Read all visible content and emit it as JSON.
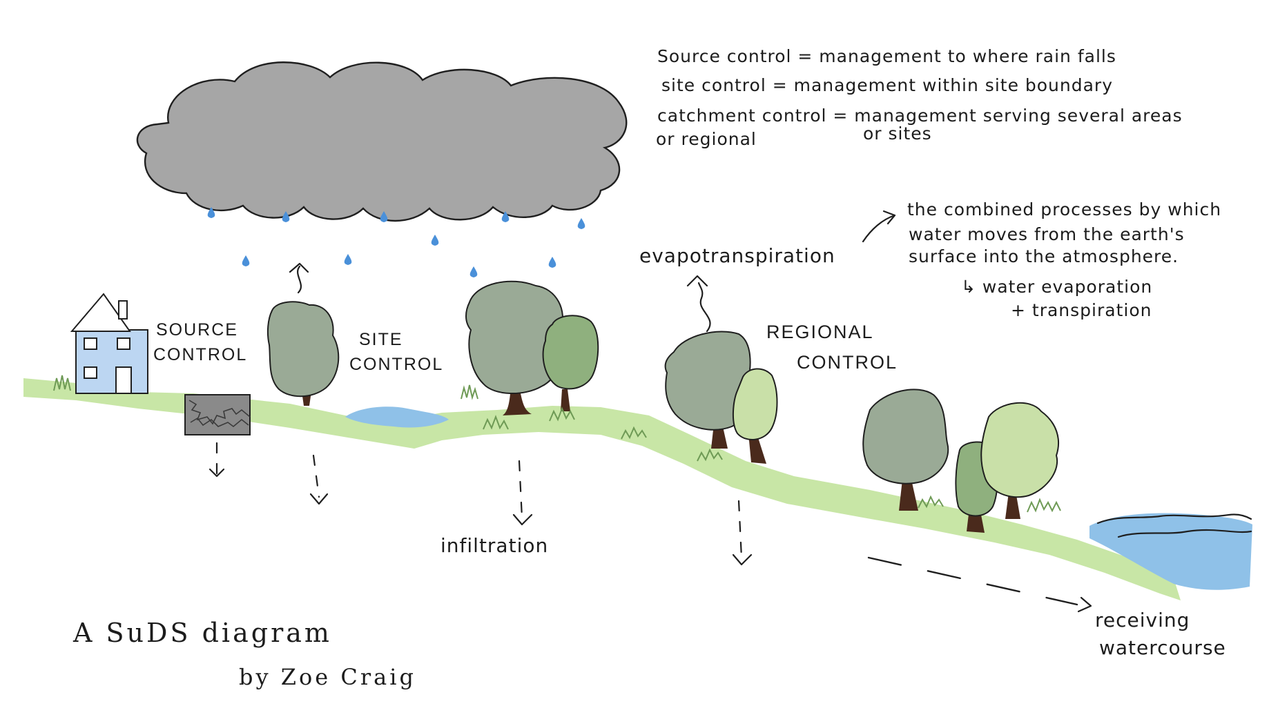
{
  "definitions": {
    "source": "Source control = management to where rain falls",
    "site": "site control = management within site boundary",
    "catchment_1": "catchment control = management serving several areas",
    "catchment_2a": "or regional",
    "catchment_2b": "or sites"
  },
  "evapo_note": {
    "line1": "the combined processes by which",
    "line2": "water moves from the earth's",
    "line3": "surface into the atmosphere.",
    "line4": "↳ water evaporation",
    "line5": "+ transpiration"
  },
  "labels": {
    "evapotranspiration": "evapotranspiration",
    "source_1": "SOURCE",
    "source_2": "CONTROL",
    "site_1": "SITE",
    "site_2": "CONTROL",
    "regional_1": "REGIONAL",
    "regional_2": "CONTROL",
    "infiltration": "infiltration",
    "receiving_1": "receiving",
    "receiving_2": "watercourse"
  },
  "credit": {
    "title": "A SuDS diagram",
    "author": "by Zoe Craig"
  },
  "colors": {
    "cloud": "#a6a6a6",
    "rain": "#4a90d9",
    "ground": "#c8e6a6",
    "house": "#bcd6f2",
    "roof": "#ffffff",
    "water": "#8fc1e8",
    "tree_dark": "#9aaa96",
    "tree_mid": "#8fb07e",
    "tree_light": "#c9e0a8",
    "trunk": "#4a2a1c",
    "grass": "#6e9a55"
  }
}
